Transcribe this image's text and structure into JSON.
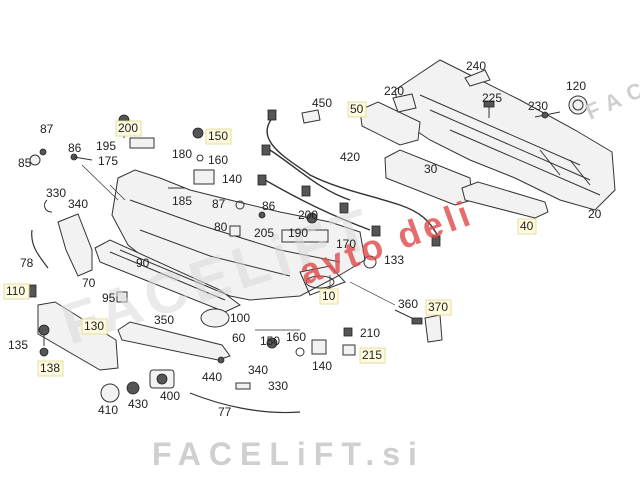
{
  "callouts": [
    {
      "id": "c87a",
      "text": "87",
      "boxed": false
    },
    {
      "id": "c86a",
      "text": "86",
      "boxed": false
    },
    {
      "id": "c85",
      "text": "85",
      "boxed": false
    },
    {
      "id": "c200a",
      "text": "200",
      "boxed": true
    },
    {
      "id": "c195",
      "text": "195",
      "boxed": false
    },
    {
      "id": "c175",
      "text": "175",
      "boxed": false
    },
    {
      "id": "c150a",
      "text": "150",
      "boxed": true
    },
    {
      "id": "c160a",
      "text": "160",
      "boxed": false
    },
    {
      "id": "c180",
      "text": "180",
      "boxed": false
    },
    {
      "id": "c140a",
      "text": "140",
      "boxed": false
    },
    {
      "id": "c185",
      "text": "185",
      "boxed": false
    },
    {
      "id": "c330a",
      "text": "330",
      "boxed": false
    },
    {
      "id": "c340a",
      "text": "340",
      "boxed": false
    },
    {
      "id": "c87b",
      "text": "87",
      "boxed": false
    },
    {
      "id": "c86b",
      "text": "86",
      "boxed": false
    },
    {
      "id": "c80",
      "text": "80",
      "boxed": false
    },
    {
      "id": "c205",
      "text": "205",
      "boxed": false
    },
    {
      "id": "c190",
      "text": "190",
      "boxed": false
    },
    {
      "id": "c200b",
      "text": "200",
      "boxed": false
    },
    {
      "id": "c170",
      "text": "170",
      "boxed": false
    },
    {
      "id": "c133",
      "text": "133",
      "boxed": false
    },
    {
      "id": "c450",
      "text": "450",
      "boxed": false
    },
    {
      "id": "c420",
      "text": "420",
      "boxed": false
    },
    {
      "id": "c50",
      "text": "50",
      "boxed": true
    },
    {
      "id": "c220",
      "text": "220",
      "boxed": false
    },
    {
      "id": "c240",
      "text": "240",
      "boxed": false
    },
    {
      "id": "c225",
      "text": "225",
      "boxed": false
    },
    {
      "id": "c230",
      "text": "230",
      "boxed": false
    },
    {
      "id": "c120",
      "text": "120",
      "boxed": false
    },
    {
      "id": "c30",
      "text": "30",
      "boxed": false
    },
    {
      "id": "c20",
      "text": "20",
      "boxed": false
    },
    {
      "id": "c40",
      "text": "40",
      "boxed": true
    },
    {
      "id": "c78",
      "text": "78",
      "boxed": false
    },
    {
      "id": "c70",
      "text": "70",
      "boxed": false
    },
    {
      "id": "c90",
      "text": "90",
      "boxed": false
    },
    {
      "id": "c110",
      "text": "110",
      "boxed": true
    },
    {
      "id": "c95",
      "text": "95",
      "boxed": false
    },
    {
      "id": "c10",
      "text": "10",
      "boxed": true
    },
    {
      "id": "c360",
      "text": "360",
      "boxed": false
    },
    {
      "id": "c370",
      "text": "370",
      "boxed": true
    },
    {
      "id": "c130",
      "text": "130",
      "boxed": true
    },
    {
      "id": "c350",
      "text": "350",
      "boxed": false
    },
    {
      "id": "c100",
      "text": "100",
      "boxed": false
    },
    {
      "id": "c60",
      "text": "60",
      "boxed": false
    },
    {
      "id": "c210",
      "text": "210",
      "boxed": false
    },
    {
      "id": "c150b",
      "text": "150",
      "boxed": false
    },
    {
      "id": "c160b",
      "text": "160",
      "boxed": false
    },
    {
      "id": "c215",
      "text": "215",
      "boxed": true
    },
    {
      "id": "c140b",
      "text": "140",
      "boxed": false
    },
    {
      "id": "c135",
      "text": "135",
      "boxed": false
    },
    {
      "id": "c138",
      "text": "138",
      "boxed": true
    },
    {
      "id": "c440",
      "text": "440",
      "boxed": false
    },
    {
      "id": "c340b",
      "text": "340",
      "boxed": false
    },
    {
      "id": "c330b",
      "text": "330",
      "boxed": false
    },
    {
      "id": "c410",
      "text": "410",
      "boxed": false
    },
    {
      "id": "c430",
      "text": "430",
      "boxed": false
    },
    {
      "id": "c400",
      "text": "400",
      "boxed": false
    },
    {
      "id": "c77",
      "text": "77",
      "boxed": false
    }
  ],
  "watermark": {
    "brand_large": "FACELiFT",
    "brand_tag": "avto deli",
    "footer": "FACELiFT.si",
    "side_mark": "FACELiFT.si"
  }
}
